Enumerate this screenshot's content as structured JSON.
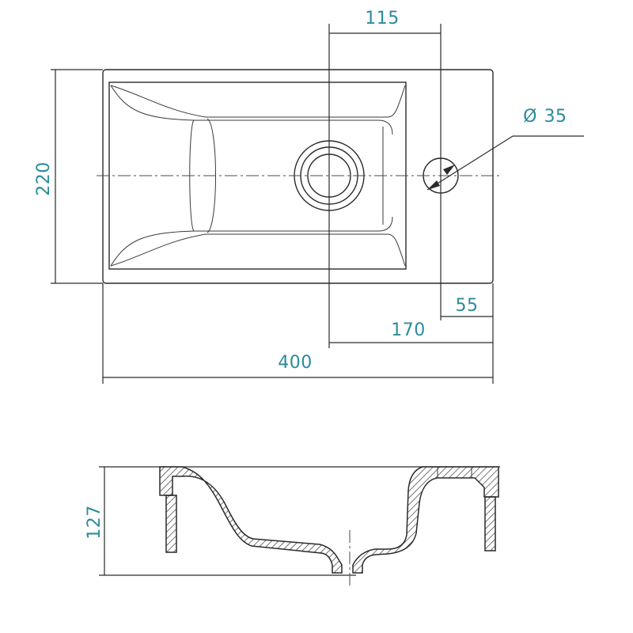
{
  "colors": {
    "dimension_text": "#2b8b9c",
    "line": "#2a2a2a",
    "background": "#ffffff"
  },
  "plan_view": {
    "dim_hole_offset": "115",
    "dim_tap_hole_diameter_symbol": "Ø",
    "dim_tap_hole_diameter": "35",
    "dim_depth": "220",
    "dim_tap_hole_edge": "55",
    "dim_drain_offset": "170",
    "dim_width": "400"
  },
  "section_view": {
    "dim_height": "127"
  }
}
